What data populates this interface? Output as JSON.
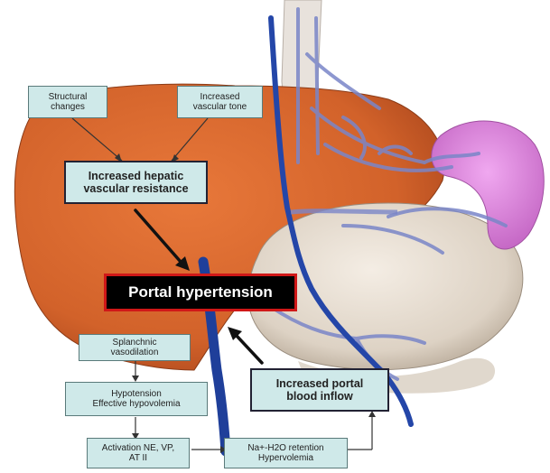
{
  "boxes": {
    "structural_changes": "Structural\nchanges",
    "increased_vascular_tone": "Increased\nvascular tone",
    "increased_resistance": "Increased hepatic\nvascular resistance",
    "portal_hypertension": "Portal hypertension",
    "splanchnic_vasodilation": "Splanchnic\nvasodilation",
    "hypotension": "Hypotension\nEffective hypovolemia",
    "activation": "Activation NE, VP,\nAT II",
    "na_retention": "Na+-H2O retention\nHypervolemia",
    "increased_inflow": "Increased portal\nblood inflow"
  },
  "colors": {
    "liver": "#d2622a",
    "stomach": "#e5dcd0",
    "spleen": "#d880d8",
    "portal_vein": "#1f3f9a",
    "box_fill": "#cfe9e9",
    "portal_box_border": "#d01818"
  }
}
